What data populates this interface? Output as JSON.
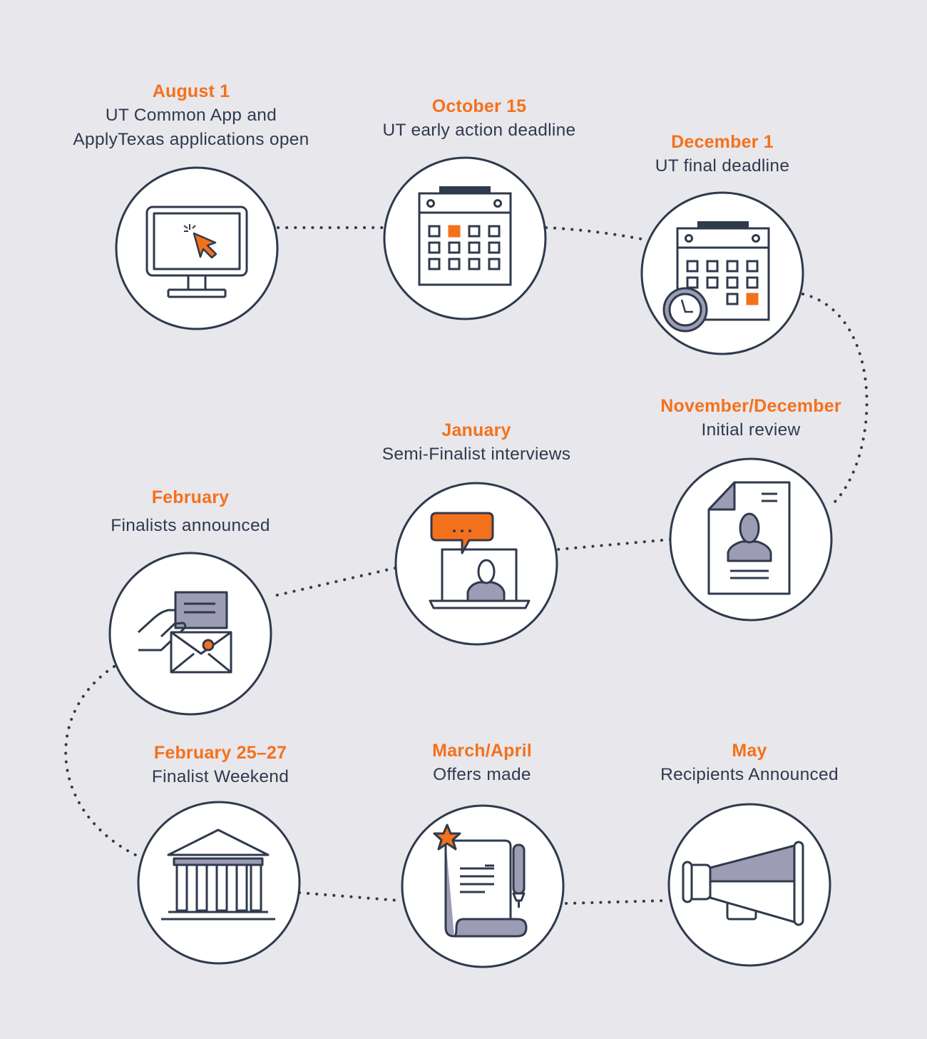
{
  "colors": {
    "background": "#e8e7ec",
    "accent_orange": "#f4711c",
    "navy": "#2f3a4c",
    "lavender": "#9c9cb5",
    "circle_fill": "#ffffff"
  },
  "milestones": [
    {
      "date": "August 1",
      "desc_lines": [
        "UT Common App and",
        "ApplyTexas applications open"
      ],
      "icon": "computer-cursor-icon"
    },
    {
      "date": "October 15",
      "desc_lines": [
        "UT early action deadline"
      ],
      "icon": "calendar-icon"
    },
    {
      "date": "December 1",
      "desc_lines": [
        "UT final deadline"
      ],
      "icon": "calendar-clock-icon"
    },
    {
      "date": "November/December",
      "desc_lines": [
        "Initial review"
      ],
      "icon": "resume-document-icon"
    },
    {
      "date": "January",
      "desc_lines": [
        "Semi-Finalist interviews"
      ],
      "icon": "video-interview-icon"
    },
    {
      "date": "February",
      "desc_lines": [
        "Finalists announced"
      ],
      "icon": "hand-letter-envelope-icon"
    },
    {
      "date": "February 25–27",
      "desc_lines": [
        "Finalist Weekend"
      ],
      "icon": "building-columns-icon"
    },
    {
      "date": "March/April",
      "desc_lines": [
        "Offers made"
      ],
      "icon": "scroll-pen-star-icon"
    },
    {
      "date": "May",
      "desc_lines": [
        "Recipients Announced"
      ],
      "icon": "megaphone-icon"
    }
  ]
}
